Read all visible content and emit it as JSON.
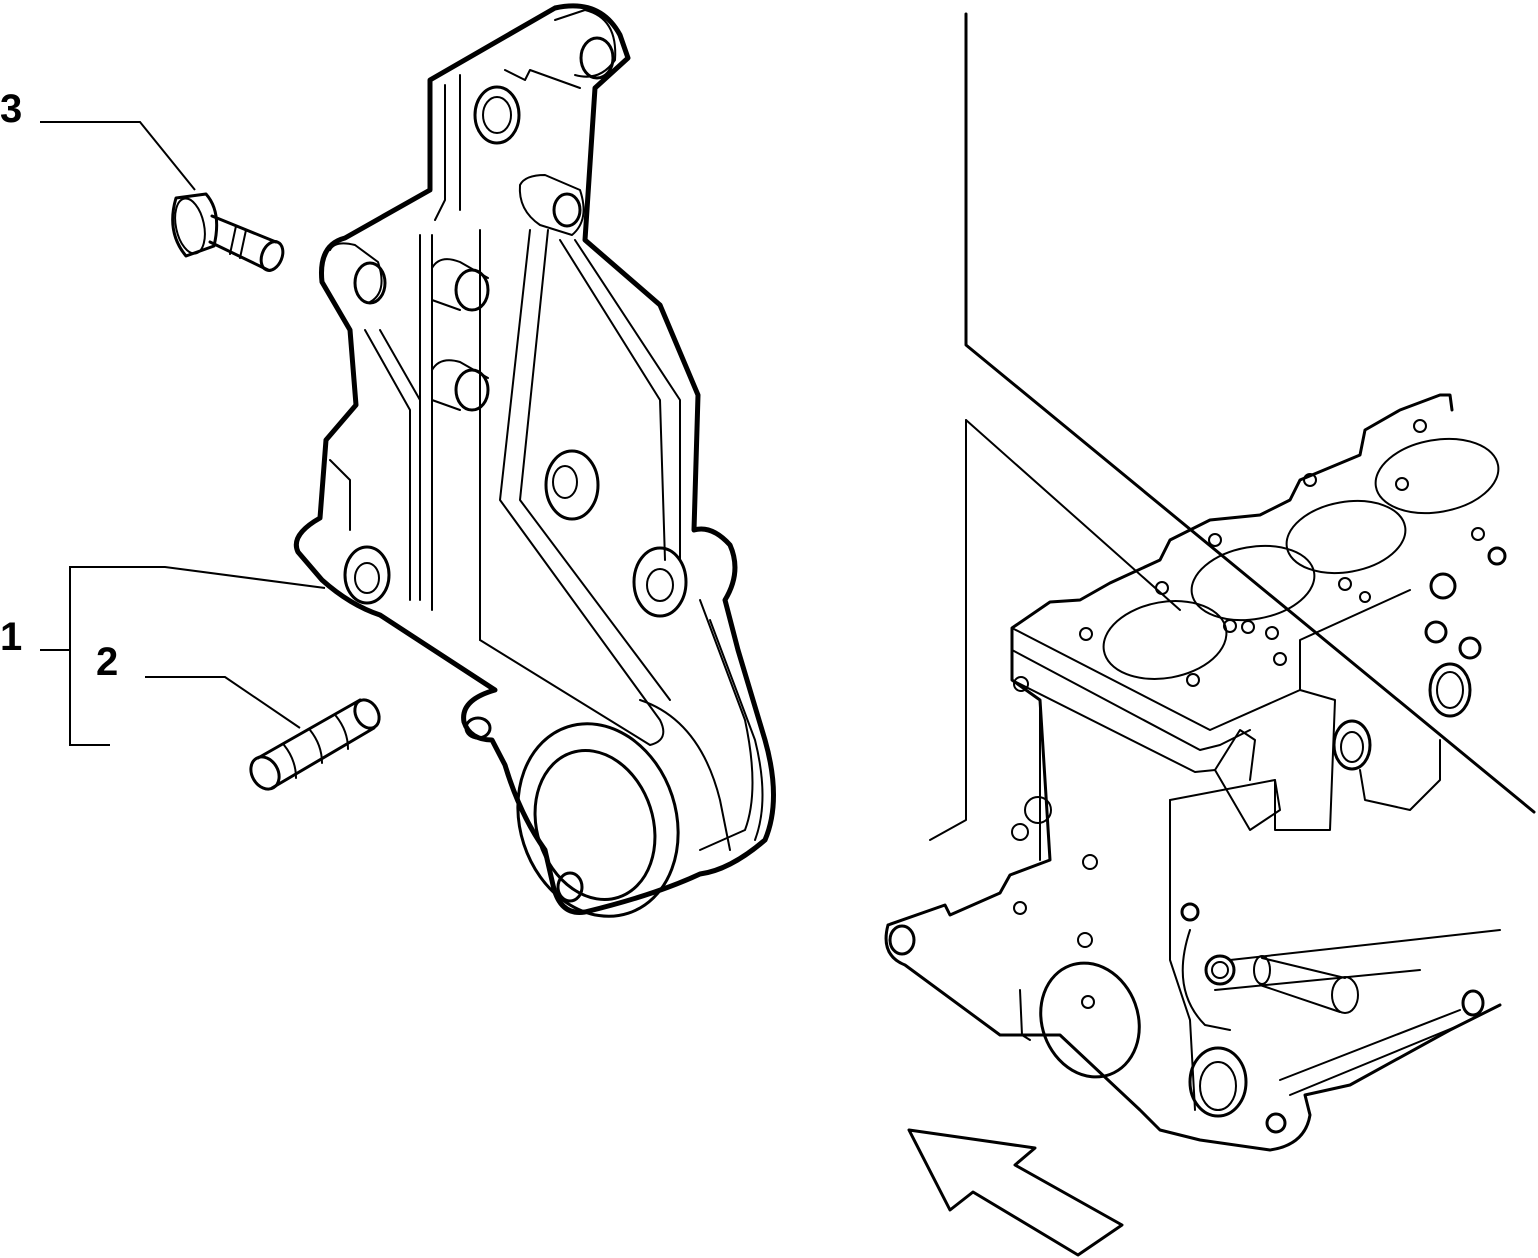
{
  "callouts": [
    {
      "label": "3",
      "part": "bolt"
    },
    {
      "label": "1",
      "part": "timing-cover"
    },
    {
      "label": "2",
      "part": "dowel-pin"
    }
  ],
  "colors": {
    "line": "#000000",
    "background": "#ffffff"
  }
}
